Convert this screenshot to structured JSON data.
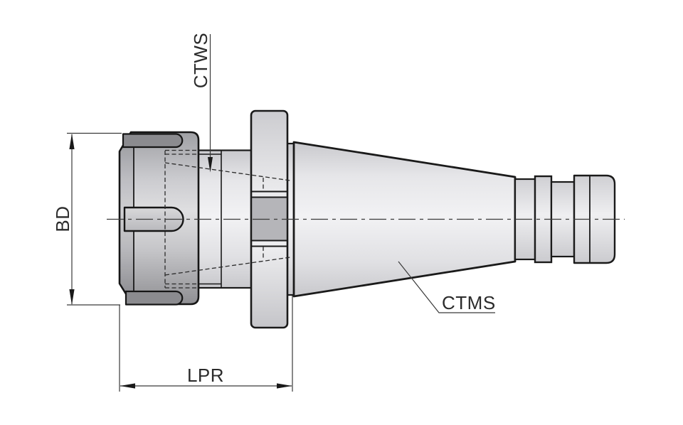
{
  "drawing": {
    "labels": {
      "ctws": "CTWS",
      "bd": "BD",
      "lpr": "LPR",
      "ctms": "CTMS"
    },
    "colors": {
      "background": "#ffffff",
      "outline": "#1a1a1a",
      "dimension_line": "#3a3a3a",
      "text": "#2b2b2b",
      "metal_dark_band": "#8b8b8f",
      "flange_groove_band": "#b5b5b9"
    }
  }
}
